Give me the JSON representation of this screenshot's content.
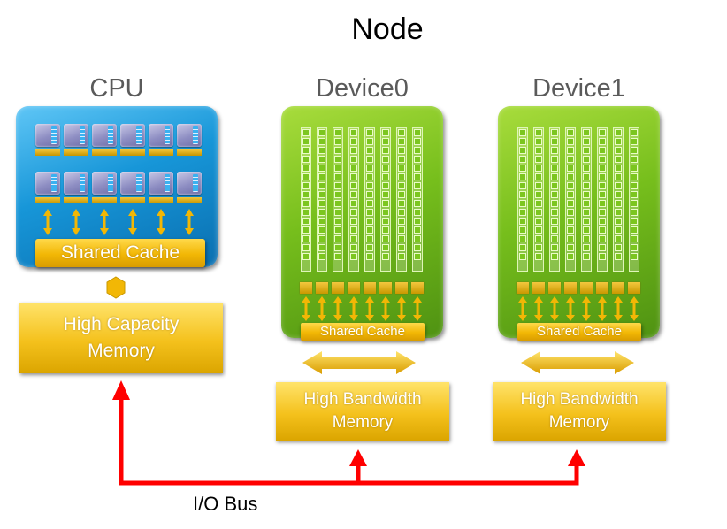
{
  "title": "Node",
  "cpu": {
    "label": "CPU",
    "cache": "Shared Cache",
    "memory": [
      "High Capacity",
      "Memory"
    ]
  },
  "devices": [
    {
      "label": "Device0",
      "cache": "Shared Cache",
      "memory": [
        "High Bandwidth",
        "Memory"
      ]
    },
    {
      "label": "Device1",
      "cache": "Shared Cache",
      "memory": [
        "High Bandwidth",
        "Memory"
      ]
    }
  ],
  "bus": {
    "label": "I/O Bus"
  },
  "colors": {
    "bus": "#ff0000",
    "cpu": "#1796d8",
    "device": "#76be1c",
    "memory": "#f2b705",
    "core": "#8d8dc2"
  }
}
